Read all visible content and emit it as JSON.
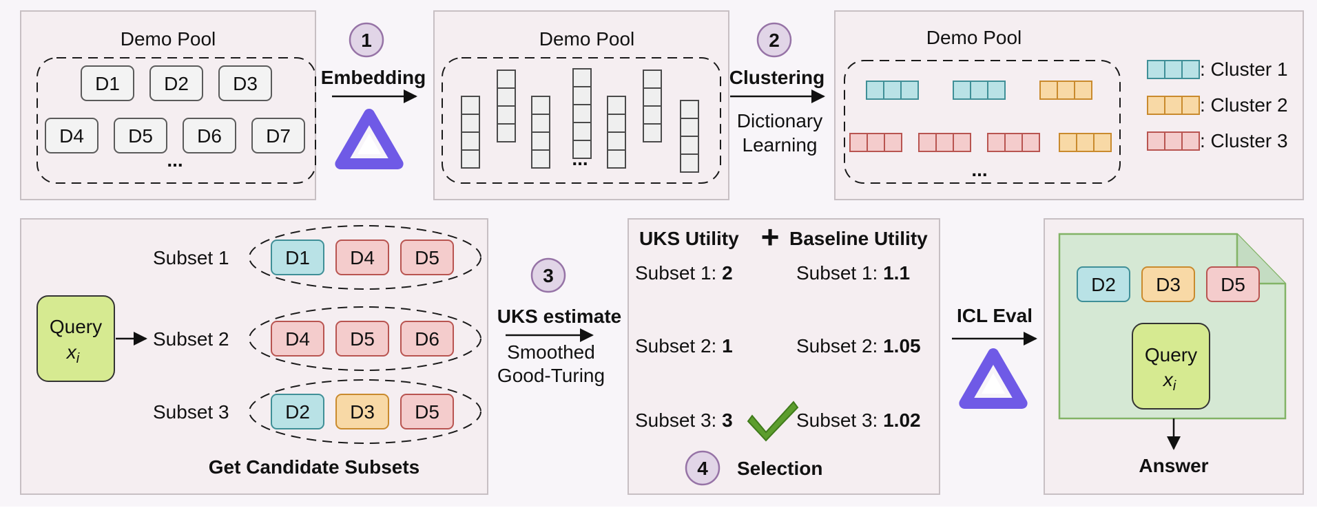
{
  "colors": {
    "cluster1_fill": "#b9e2e6",
    "cluster1_stroke": "#3f8f97",
    "cluster2_fill": "#f8d9a6",
    "cluster2_stroke": "#c98a2d",
    "cluster3_fill": "#f4cccc",
    "cluster3_stroke": "#b85450",
    "query_fill": "#d6ea91",
    "doc_fill": "#d5e8d4",
    "doc_stroke": "#82b366",
    "step_circle_fill": "#e1d5e7",
    "step_circle_stroke": "#9673a6",
    "logo": "#6f5ae6",
    "check": "#5c9d2d"
  },
  "steps": [
    "1",
    "2",
    "3",
    "4"
  ],
  "panel1": {
    "title": "Demo Pool",
    "demos": [
      "D1",
      "D2",
      "D3",
      "D4",
      "D5",
      "D6",
      "D7"
    ],
    "ellipsis": "..."
  },
  "arrow1": {
    "label": "Embedding",
    "icon": "model-logo-icon"
  },
  "panel2": {
    "title": "Demo Pool",
    "ellipsis": "..."
  },
  "arrow2": {
    "label": "Clustering",
    "sublabel_line1": "Dictionary",
    "sublabel_line2": "Learning"
  },
  "panel3": {
    "title": "Demo Pool",
    "ellipsis": "...",
    "legend": [
      ": Cluster 1",
      ": Cluster 2",
      ": Cluster 3"
    ]
  },
  "panel4": {
    "query_label": "Query",
    "query_var": "x",
    "query_sub": "i",
    "subsets": [
      {
        "label": "Subset 1",
        "items": [
          "D1",
          "D4",
          "D5"
        ]
      },
      {
        "label": "Subset 2",
        "items": [
          "D4",
          "D5",
          "D6"
        ]
      },
      {
        "label": "Subset 3",
        "items": [
          "D2",
          "D3",
          "D5"
        ]
      }
    ],
    "caption": "Get Candidate Subsets"
  },
  "arrow3": {
    "label": "UKS estimate",
    "sublabel_line1": "Smoothed",
    "sublabel_line2": "Good-Turing"
  },
  "panel5": {
    "uks_header": "UKS Utility",
    "plus": "+",
    "baseline_header": "Baseline Utility",
    "uks_rows": [
      {
        "label": "Subset 1: ",
        "value": "2"
      },
      {
        "label": "Subset 2: ",
        "value": "1"
      },
      {
        "label": "Subset 3: ",
        "value": "3"
      }
    ],
    "baseline_rows": [
      {
        "label": "Subset 1: ",
        "value": "1.1"
      },
      {
        "label": "Subset 2: ",
        "value": "1.05"
      },
      {
        "label": "Subset 3: ",
        "value": "1.02"
      }
    ],
    "selection_label": "Selection"
  },
  "arrow4": {
    "label": "ICL Eval"
  },
  "panel6": {
    "demos": [
      "D2",
      "D3",
      "D5"
    ],
    "query_label": "Query",
    "query_var": "x",
    "query_sub": "i",
    "answer": "Answer"
  }
}
